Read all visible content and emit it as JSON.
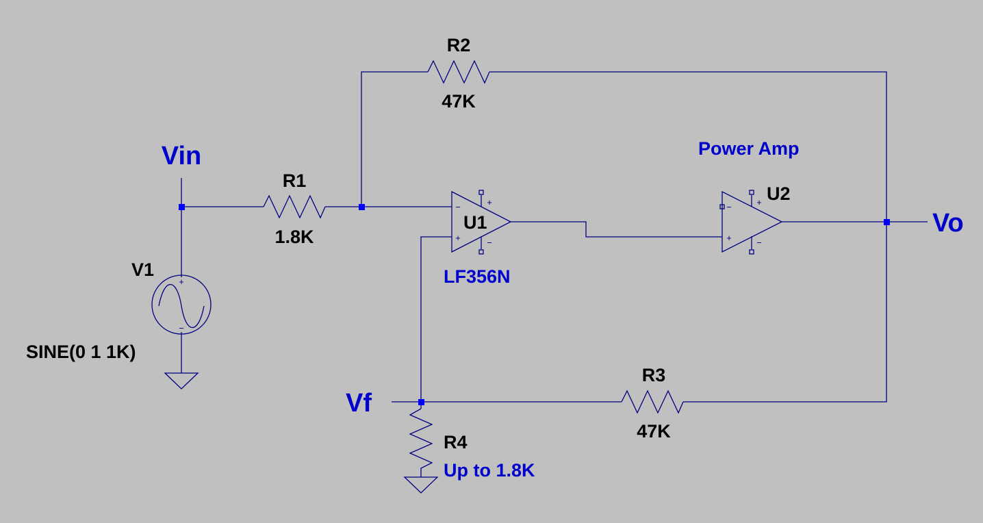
{
  "nets": {
    "vin": "Vin",
    "vo": "Vo",
    "vf": "Vf"
  },
  "components": {
    "r1": {
      "name": "R1",
      "value": "1.8K"
    },
    "r2": {
      "name": "R2",
      "value": "47K"
    },
    "r3": {
      "name": "R3",
      "value": "47K"
    },
    "r4": {
      "name": "R4",
      "value": "Up to 1.8K"
    },
    "v1": {
      "name": "V1",
      "value": "SINE(0 1 1K)"
    },
    "u1": {
      "name": "U1",
      "model": "LF356N"
    },
    "u2": {
      "name": "U2",
      "description": "Power Amp"
    }
  },
  "symbols": {
    "plus": "+",
    "minus": "−"
  },
  "colors": {
    "background": "#c0c0c0",
    "wire": "#000080",
    "junction": "#0000ff",
    "net_label": "#0000cc",
    "part_label": "#000000"
  }
}
